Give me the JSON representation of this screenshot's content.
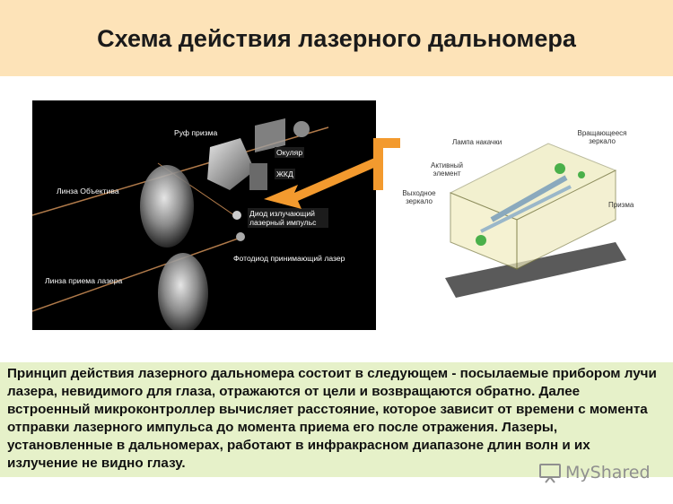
{
  "title": "Схема действия лазерного дальномера",
  "left_diagram": {
    "labels": {
      "roof_prism": "Руф призма",
      "eyepiece": "Окуляр",
      "lcd": "ЖКД",
      "objective_lens": "Линза Объектива",
      "emitting_diode": "Диод излучающий лазерный импульс",
      "photodiode": "Фотодиод принимающий лазер",
      "receive_lens": "Линза приема лазера"
    }
  },
  "right_diagram": {
    "labels": {
      "pump_lamp": "Лампа накачки",
      "rotating_mirror": "Вращающееся зеркало",
      "active_element": "Активный элемент",
      "output_mirror": "Выходное зеркало",
      "prism": "Призма"
    }
  },
  "description": "Принцип действия лазерного дальномера состоит в следующем - посылаемые прибором лучи лазера, невидимого для глаза, отражаются от цели и возвращаются обратно. Далее встроенный микроконтроллер вычисляет расстояние, которое зависит от времени с момента отправки лазерного импульса до момента приема его после отражения. Лазеры, установленные в дальномерах, работают в инфракрасном диапазоне длин волн и их излучение не видно глазу.",
  "watermark": "MyShared",
  "colors": {
    "title_bg": "#fde3b8",
    "desc_bg": "#e6f1c9",
    "arrow": "#f39a2e"
  }
}
